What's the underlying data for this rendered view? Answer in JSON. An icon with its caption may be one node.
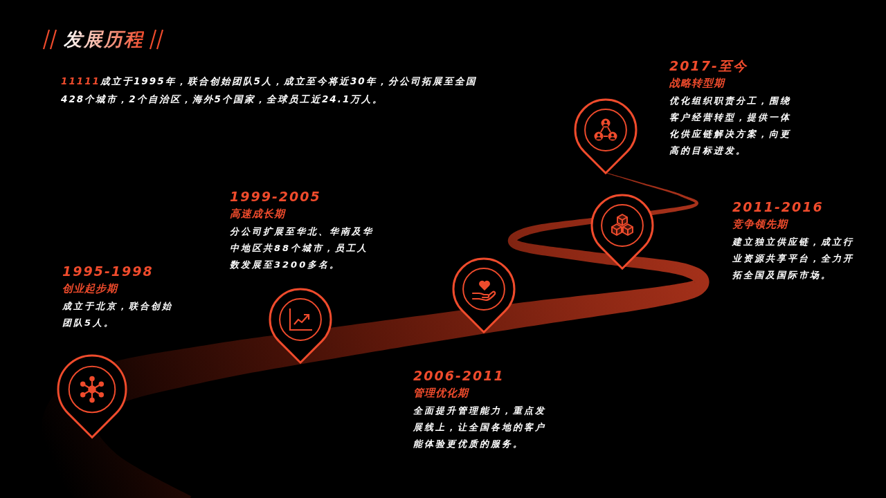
{
  "diagram": {
    "title": "发展历程",
    "nodes": [
      {
        "text": [],
        "shape": "pin",
        "beside": [
          "1995-1998",
          "创业起步期",
          "成立于北京，联合创始团队5人。"
        ]
      },
      {
        "text": [],
        "shape": "pin",
        "beside": [
          "1999-2005",
          "高速成长期",
          "分公司扩展至华北、华南及华中地区共88个城市，员工人数发展至3200多名。"
        ]
      },
      {
        "text": [],
        "shape": "pin",
        "beside": [
          "2006-2011",
          "管理优化期",
          "全面提升管理能力，重点发展线上，让全国各地的客户能体验更优质的服务。"
        ]
      },
      {
        "text": [],
        "shape": "pin",
        "beside": [
          "2011-2016",
          "竞争领先期",
          "建立独立供应链，成立行业资源共享平台，全力开拓全国及国际市场。"
        ]
      },
      {
        "text": [],
        "shape": "pin",
        "beside": [
          "2017-至今",
          "战略转型期",
          "优化组织职责分工，围绕客户经营转型，提供一体化供应链解决方案，向更高的目标进发。"
        ]
      }
    ],
    "labels": [
      "**11111**成立于1995年，联合创始团队5人，成立至今将近30年，分公司拓展至全国428个城市，2个自治区，海外5个国家，全球员工近24.1万人。"
    ]
  }
}
